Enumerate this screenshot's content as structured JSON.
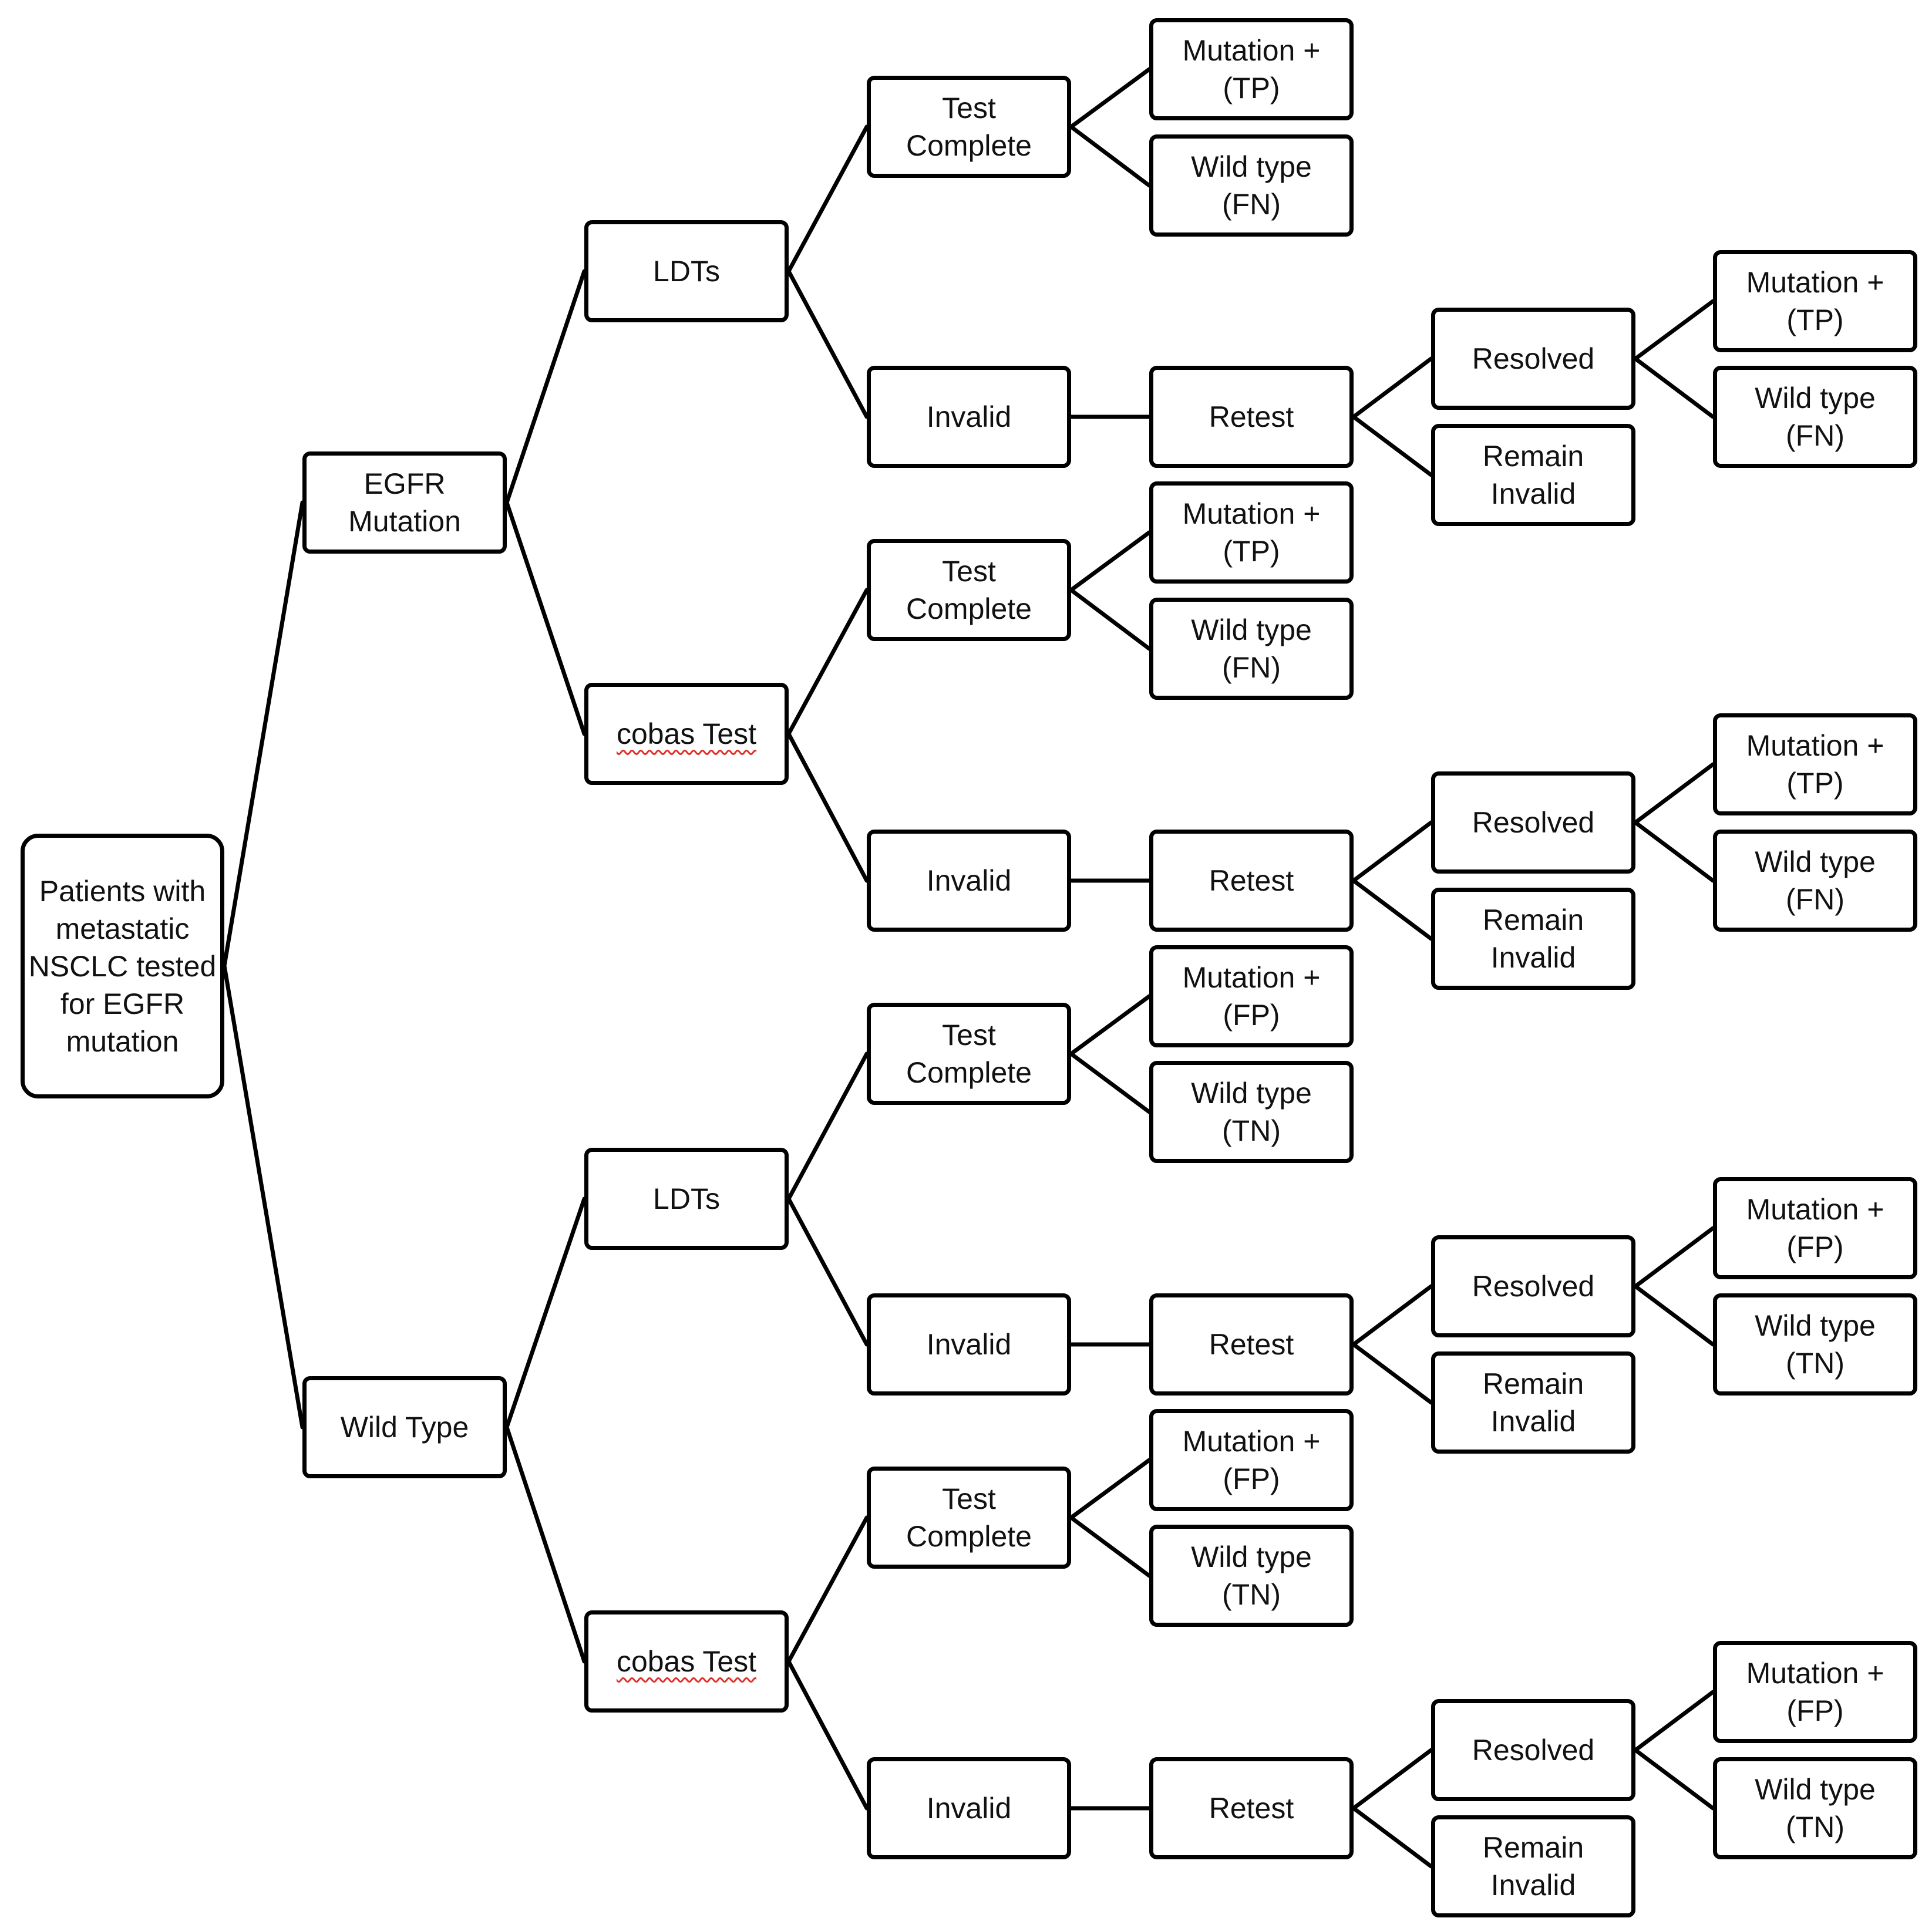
{
  "diagram": {
    "root": "Patients with\nmetastatic\nNSCLC tested\nfor EGFR\nmutation",
    "status": [
      "EGFR\nMutation",
      "Wild Type"
    ],
    "tests": [
      "LDTs",
      "cobas Test",
      "LDTs",
      "cobas Test"
    ],
    "test_complete": "Test\nComplete",
    "invalid": "Invalid",
    "retest": "Retest",
    "resolved": "Resolved",
    "remain_invalid": "Remain\nInvalid",
    "outcomes_positive_truth": [
      "Mutation +\n(TP)",
      "Wild type\n(FN)"
    ],
    "outcomes_negative_truth": [
      "Mutation +\n(FP)",
      "Wild type\n(TN)"
    ],
    "colors": {
      "stroke": "#000000",
      "fill": "#ffffff",
      "text": "#111111",
      "spellcheck_underline": "#e0302a"
    }
  }
}
